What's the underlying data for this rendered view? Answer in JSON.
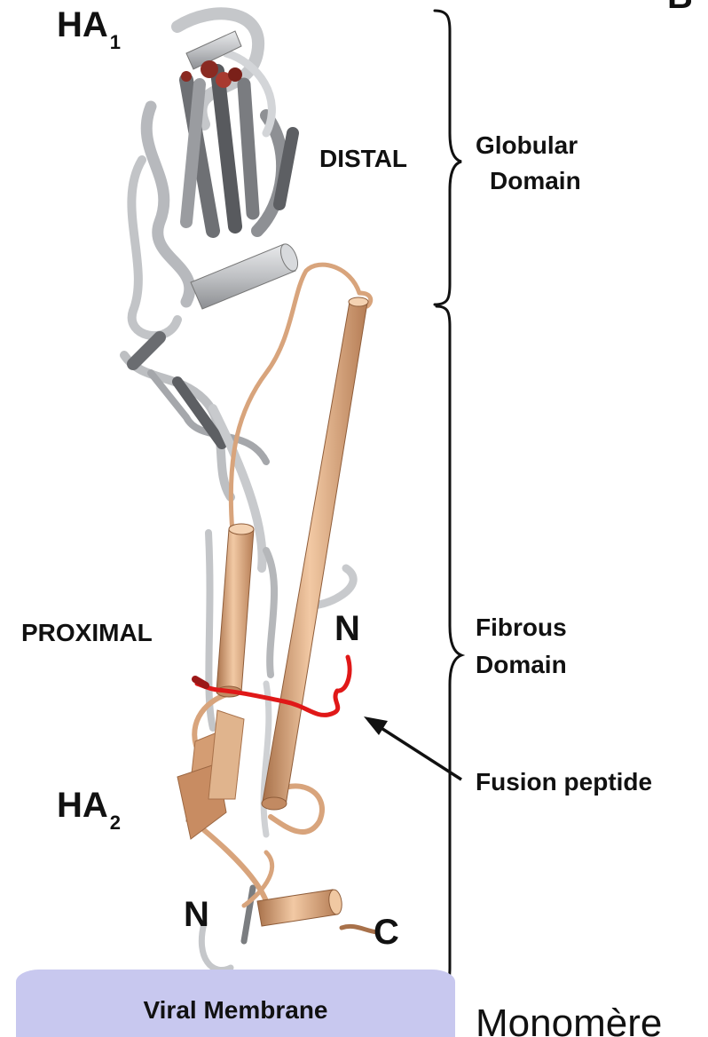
{
  "labels": {
    "ha1_main": "HA",
    "ha1_sub": "1",
    "ha2_main": "HA",
    "ha2_sub": "2",
    "distal": "DISTAL",
    "proximal": "PROXIMAL",
    "globular_line1": "Globular",
    "globular_line2": "Domain",
    "fibrous_line1": "Fibrous",
    "fibrous_line2": "Domain",
    "fusion_peptide": "Fusion peptide",
    "n_upper": "N",
    "n_lower": "N",
    "c_lower": "C",
    "viral_membrane": "Viral Membrane",
    "monomere": "Monomère",
    "corner_b": "B"
  },
  "colors": {
    "ha1_ribbon": "#b7b9bd",
    "ha1_dark": "#5d5f63",
    "ha2_tan": "#d8a47c",
    "ha2_dark": "#a8714a",
    "fusion_red": "#e01818",
    "membrane": "#c8c8ef",
    "text": "#111111"
  },
  "icons": [
    "brace-icon",
    "arrow-icon"
  ]
}
